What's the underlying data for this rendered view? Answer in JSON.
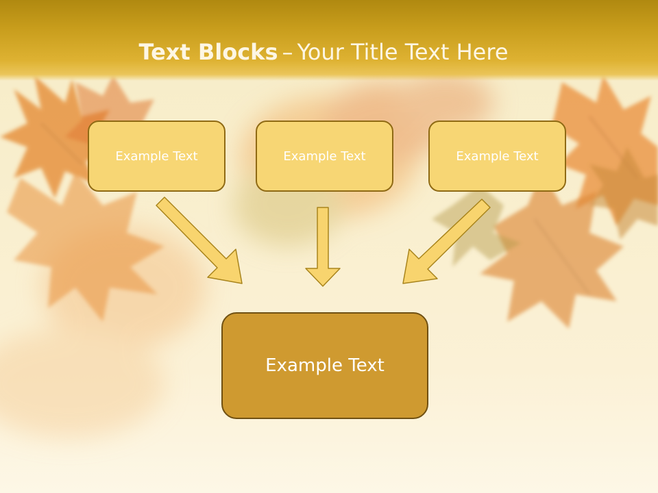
{
  "slide": {
    "title_bold": "Text Blocks",
    "title_dash": "–",
    "title_rest": "Your Title Text Here"
  },
  "blocks": {
    "top": [
      "Example Text",
      "Example Text",
      "Example Text"
    ],
    "main": "Example Text"
  },
  "colors": {
    "title_bar": "#c89d1c",
    "box_fill": "#f7d674",
    "box_border": "#8f6a14",
    "main_fill": "#cf9a30",
    "arrow_fill": "#f8d46e",
    "arrow_stroke": "#a8841c",
    "text": "#ffffff"
  }
}
